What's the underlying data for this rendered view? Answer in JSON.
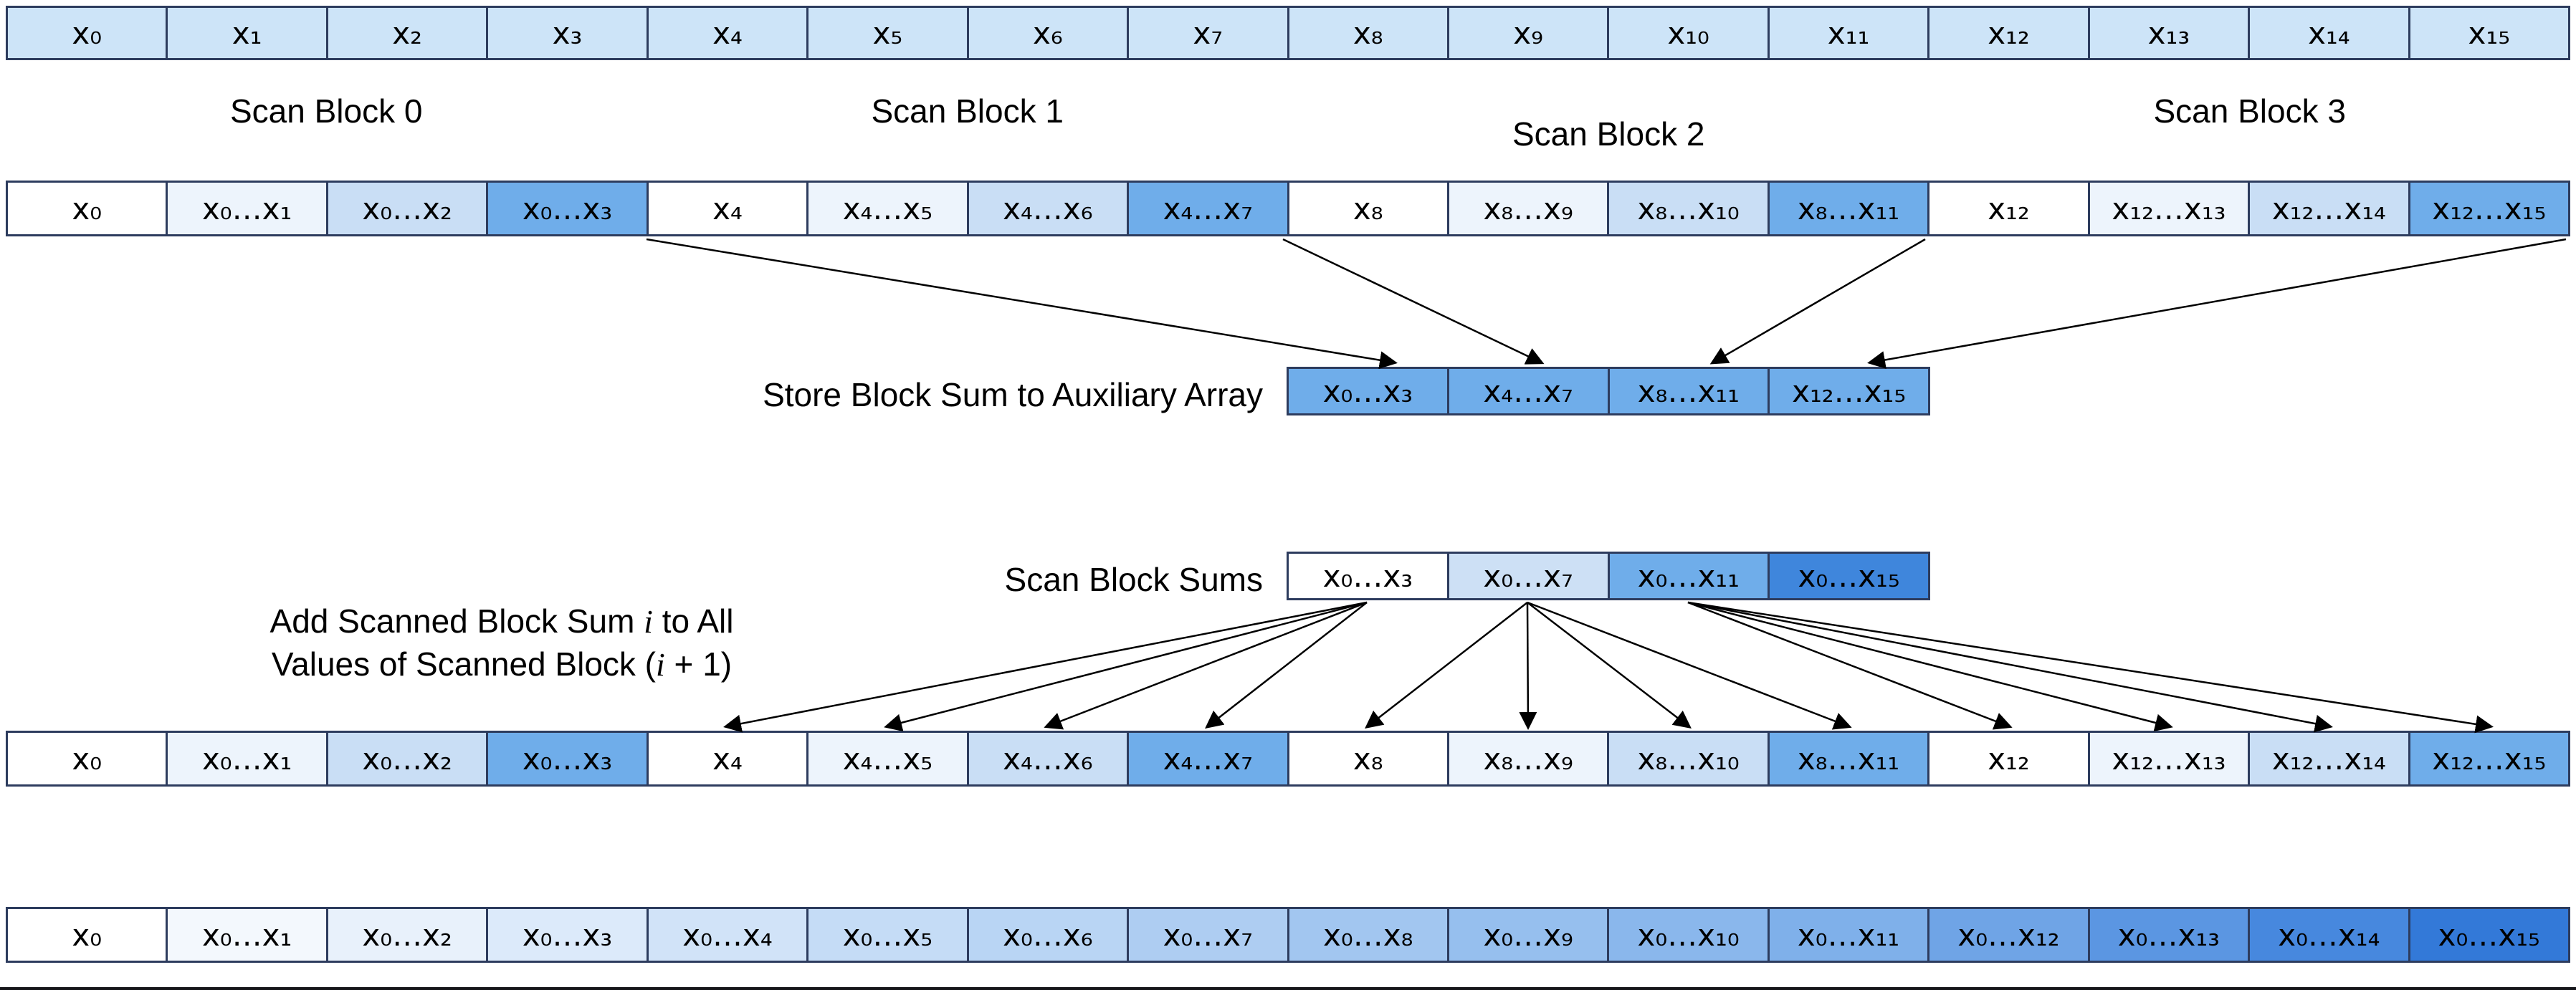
{
  "colors": {
    "border": "#2d3c5e",
    "arrow": "#000000"
  },
  "input_array": {
    "cells": [
      {
        "label": "x₀",
        "color": "#cde4f8"
      },
      {
        "label": "x₁",
        "color": "#cde4f8"
      },
      {
        "label": "x₂",
        "color": "#cde4f8"
      },
      {
        "label": "x₃",
        "color": "#cde4f8"
      },
      {
        "label": "x₄",
        "color": "#cde4f8"
      },
      {
        "label": "x₅",
        "color": "#cde4f8"
      },
      {
        "label": "x₆",
        "color": "#cde4f8"
      },
      {
        "label": "x₇",
        "color": "#cde4f8"
      },
      {
        "label": "x₈",
        "color": "#cde4f8"
      },
      {
        "label": "x₉",
        "color": "#cde4f8"
      },
      {
        "label": "x₁₀",
        "color": "#cde4f8"
      },
      {
        "label": "x₁₁",
        "color": "#cde4f8"
      },
      {
        "label": "x₁₂",
        "color": "#cde4f8"
      },
      {
        "label": "x₁₃",
        "color": "#cde4f8"
      },
      {
        "label": "x₁₄",
        "color": "#cde4f8"
      },
      {
        "label": "x₁₅",
        "color": "#cde4f8"
      }
    ]
  },
  "scan_block_labels": [
    "Scan Block 0",
    "Scan Block 1",
    "Scan Block 2",
    "Scan Block 3"
  ],
  "scanned_blocks": {
    "cells": [
      {
        "label": "x₀",
        "color": "#ffffff"
      },
      {
        "label": "x₀…x₁",
        "color": "#edf4fc"
      },
      {
        "label": "x₀…x₂",
        "color": "#c9def5"
      },
      {
        "label": "x₀…x₃",
        "color": "#6fadea"
      },
      {
        "label": "x₄",
        "color": "#ffffff"
      },
      {
        "label": "x₄…x₅",
        "color": "#edf4fc"
      },
      {
        "label": "x₄…x₆",
        "color": "#c9def5"
      },
      {
        "label": "x₄…x₇",
        "color": "#6fadea"
      },
      {
        "label": "x₈",
        "color": "#ffffff"
      },
      {
        "label": "x₈…x₉",
        "color": "#edf4fc"
      },
      {
        "label": "x₈…x₁₀",
        "color": "#c9def5"
      },
      {
        "label": "x₈…x₁₁",
        "color": "#6fadea"
      },
      {
        "label": "x₁₂",
        "color": "#ffffff"
      },
      {
        "label": "x₁₂…x₁₃",
        "color": "#edf4fc"
      },
      {
        "label": "x₁₂…x₁₄",
        "color": "#c9def5"
      },
      {
        "label": "x₁₂…x₁₅",
        "color": "#6fadea"
      }
    ]
  },
  "store_label": "Store Block Sum to Auxiliary Array",
  "aux_array": {
    "cells": [
      {
        "label": "x₀…x₃",
        "color": "#6fadea"
      },
      {
        "label": "x₄…x₇",
        "color": "#6fadea"
      },
      {
        "label": "x₈…x₁₁",
        "color": "#6fadea"
      },
      {
        "label": "x₁₂…x₁₅",
        "color": "#6fadea"
      }
    ]
  },
  "scan_sums_label": "Scan Block Sums",
  "block_sums": {
    "cells": [
      {
        "label": "x₀…x₃",
        "color": "#ffffff"
      },
      {
        "label": "x₀…x₇",
        "color": "#cde0f5"
      },
      {
        "label": "x₀…x₁₁",
        "color": "#6fadea"
      },
      {
        "label": "x₀…x₁₅",
        "color": "#3f86dc"
      }
    ]
  },
  "add_note": {
    "line1_pre": "Add Scanned Block Sum ",
    "line1_var": "i",
    "line1_post": " to All",
    "line2_pre": "Values of Scanned Block (",
    "line2_var": "i",
    "line2_post": " + 1)"
  },
  "distributed_row": {
    "cells": [
      {
        "label": "x₀",
        "color": "#ffffff"
      },
      {
        "label": "x₀…x₁",
        "color": "#edf4fc"
      },
      {
        "label": "x₀…x₂",
        "color": "#c9def5"
      },
      {
        "label": "x₀…x₃",
        "color": "#6fadea"
      },
      {
        "label": "x₄",
        "color": "#ffffff"
      },
      {
        "label": "x₄…x₅",
        "color": "#edf4fc"
      },
      {
        "label": "x₄…x₆",
        "color": "#c9def5"
      },
      {
        "label": "x₄…x₇",
        "color": "#6fadea"
      },
      {
        "label": "x₈",
        "color": "#ffffff"
      },
      {
        "label": "x₈…x₉",
        "color": "#edf4fc"
      },
      {
        "label": "x₈…x₁₀",
        "color": "#c9def5"
      },
      {
        "label": "x₈…x₁₁",
        "color": "#6fadea"
      },
      {
        "label": "x₁₂",
        "color": "#ffffff"
      },
      {
        "label": "x₁₂…x₁₃",
        "color": "#edf4fc"
      },
      {
        "label": "x₁₂…x₁₄",
        "color": "#c9def5"
      },
      {
        "label": "x₁₂…x₁₅",
        "color": "#6fadea"
      }
    ]
  },
  "final_array": {
    "cells": [
      {
        "label": "x₀",
        "color": "#ffffff"
      },
      {
        "label": "x₀…x₁",
        "color": "#f3f8fd"
      },
      {
        "label": "x₀…x₂",
        "color": "#e8f1fb"
      },
      {
        "label": "x₀…x₃",
        "color": "#dceafa"
      },
      {
        "label": "x₀…x₄",
        "color": "#d1e3f8"
      },
      {
        "label": "x₀…x₅",
        "color": "#c5dcf6"
      },
      {
        "label": "x₀…x₆",
        "color": "#b9d5f4"
      },
      {
        "label": "x₀…x₇",
        "color": "#aecdf2"
      },
      {
        "label": "x₀…x₈",
        "color": "#a2c6f0"
      },
      {
        "label": "x₀…x₉",
        "color": "#96bfee"
      },
      {
        "label": "x₀…x₁₀",
        "color": "#8ab7ec"
      },
      {
        "label": "x₀…x₁₁",
        "color": "#7fb0ea"
      },
      {
        "label": "x₀…x₁₂",
        "color": "#6fa4e6"
      },
      {
        "label": "x₀…x₁₃",
        "color": "#5b96e2"
      },
      {
        "label": "x₀…x₁₄",
        "color": "#4788de"
      },
      {
        "label": "x₀…x₁₅",
        "color": "#3379d8"
      }
    ]
  }
}
